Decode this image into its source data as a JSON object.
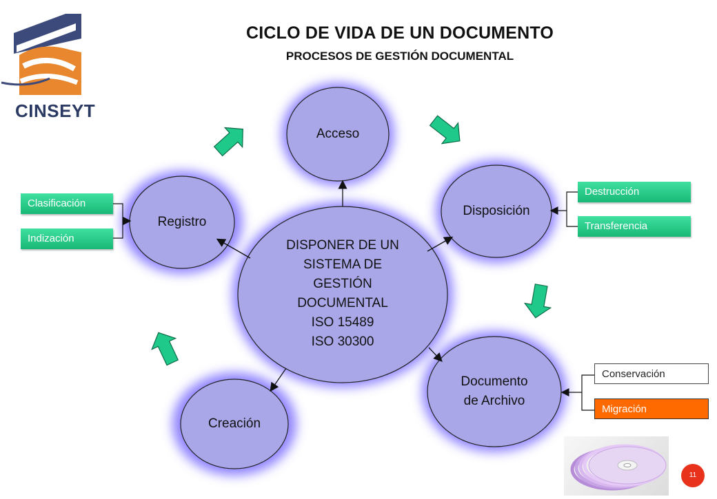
{
  "header": {
    "title": "CICLO DE VIDA DE UN DOCUMENTO",
    "subtitle": "PROCESOS DE GESTIÓN DOCUMENTAL"
  },
  "logo": {
    "text": "CINSEYT"
  },
  "nodes": {
    "center": [
      "DISPONER DE UN",
      "SISTEMA DE",
      "GESTIÓN",
      "DOCUMENTAL",
      "ISO 15489",
      "ISO 30300"
    ],
    "acceso": "Acceso",
    "disposicion": "Disposición",
    "registro": "Registro",
    "creacion": "Creación",
    "documento": [
      "Documento",
      "de Archivo"
    ]
  },
  "side_boxes": {
    "clasificacion": "Clasificación",
    "indizacion": "Indización",
    "destruccion": "Destrucción",
    "transferencia": "Transferencia",
    "conservacion": "Conservación",
    "migracion": "Migración"
  },
  "colors": {
    "node_fill": "#a9a7e8",
    "glow": "#6b5bff",
    "arrow_green": "#1fc98a",
    "migration_orange": "#ff6a00"
  },
  "footer": {
    "page_number": "11"
  }
}
